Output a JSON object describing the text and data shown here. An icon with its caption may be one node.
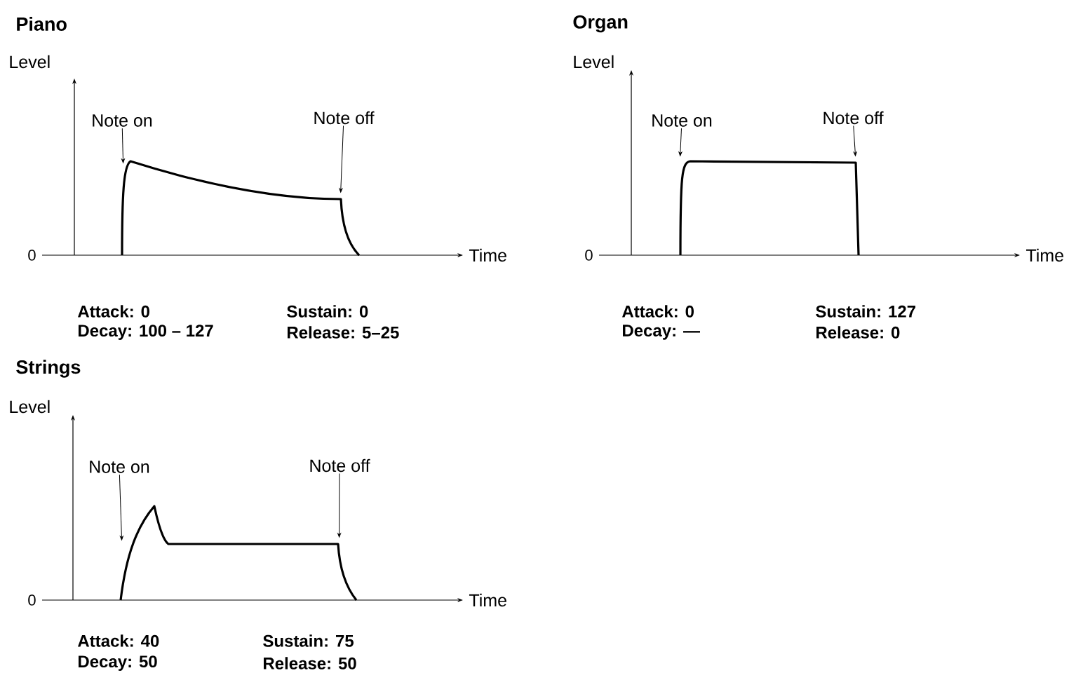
{
  "diagram": {
    "nodes": [
      {
        "text": [
          "Note on"
        ]
      },
      {
        "text": [
          "Note off"
        ]
      },
      {
        "text": [
          "Note on"
        ]
      },
      {
        "text": [
          "Note off"
        ]
      },
      {
        "text": [
          "Note on"
        ]
      },
      {
        "text": [
          "Note off"
        ]
      },
      {
        "text": [],
        "shape": "curve"
      },
      {
        "text": [],
        "shape": "curve"
      },
      {
        "text": [],
        "shape": "curve"
      }
    ],
    "edges": [
      {
        "from": 0,
        "to": 6,
        "arrow": "to"
      },
      {
        "from": 1,
        "to": 6,
        "arrow": "to"
      },
      {
        "from": 2,
        "to": 7,
        "arrow": "to"
      },
      {
        "from": 3,
        "to": 7,
        "arrow": "to"
      },
      {
        "from": 4,
        "to": 8,
        "arrow": "to"
      },
      {
        "from": 5,
        "to": 8,
        "arrow": "to"
      }
    ],
    "labels": [
      "Piano",
      "Level",
      "0",
      "Time",
      "Attack: 0",
      "Sustain: 0",
      "Decay: 100 – 127",
      "Release: 5–25",
      "Organ",
      "Level",
      "0",
      "Time",
      "Attack: 0",
      "Sustain: 127",
      "Decay: —",
      "Release: 0",
      "Strings",
      "Level",
      "0",
      "Time",
      "Attack: 40",
      "Sustain: 75",
      "Decay: 50",
      "Release: 50"
    ]
  }
}
